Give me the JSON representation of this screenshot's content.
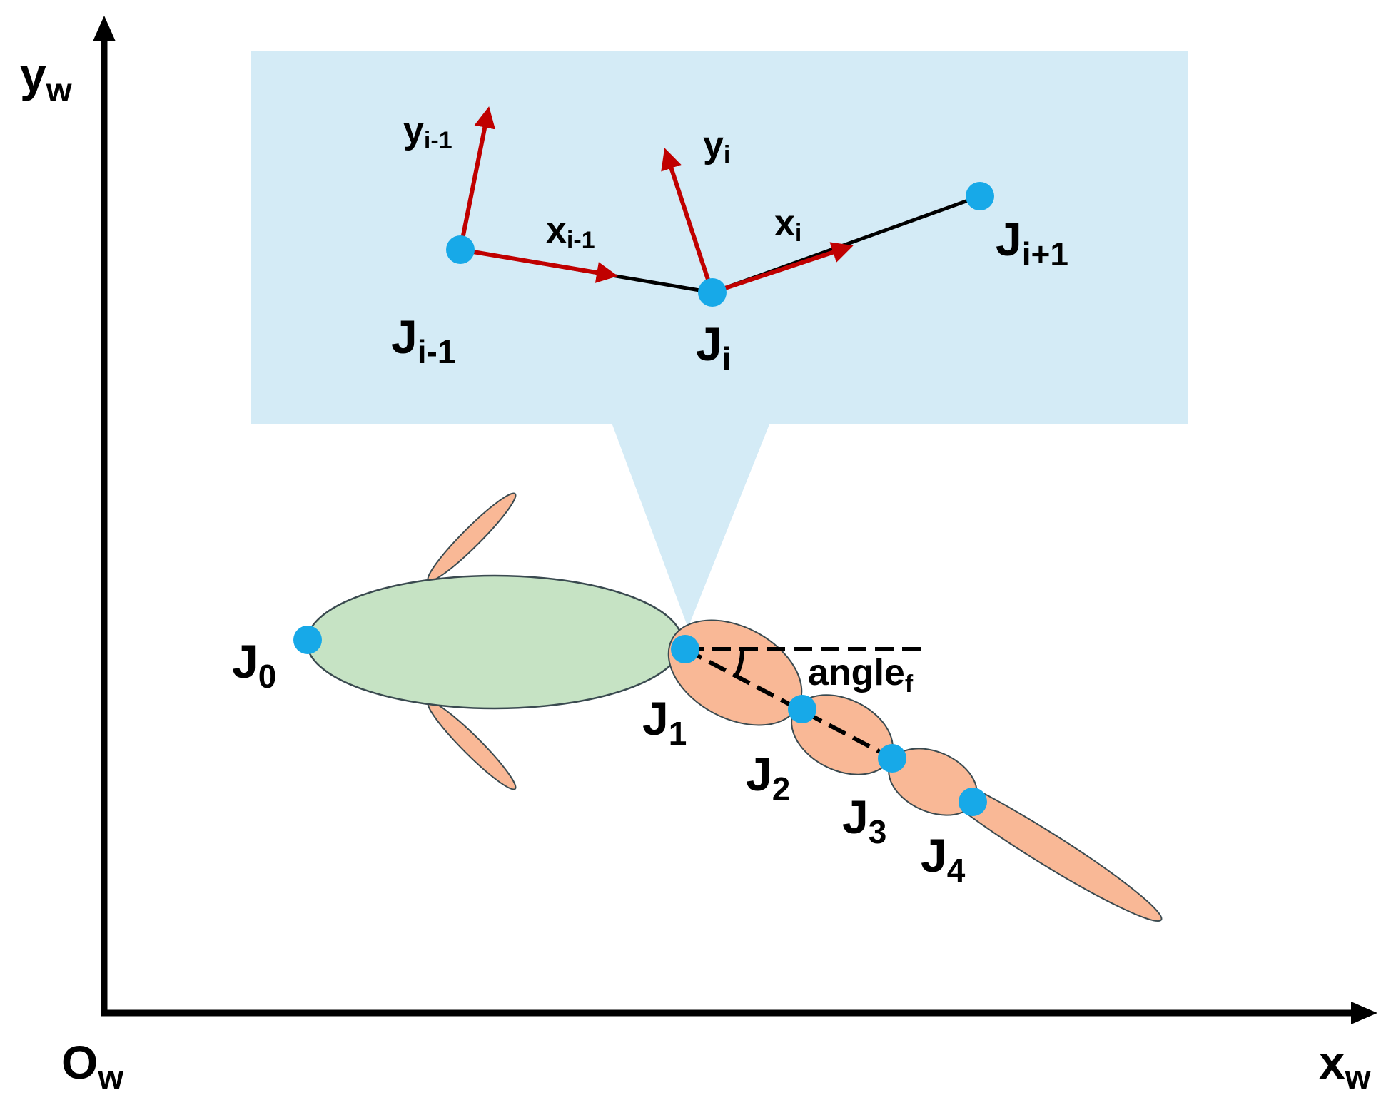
{
  "colors": {
    "background": "#ffffff",
    "axis": "#000000",
    "inset_fill": "#d4ebf6",
    "joint": "#17a9e8",
    "body_fill": "#c6e3c4",
    "segment_fill": "#f9b896",
    "frame_arrow": "#c00000",
    "outline": "#3a4a50"
  },
  "world_axes": {
    "origin_main": "O",
    "origin_sub": "w",
    "x_main": "x",
    "x_sub": "w",
    "y_main": "y",
    "y_sub": "w"
  },
  "inset": {
    "joints": [
      {
        "main": "J",
        "sub": "i-1"
      },
      {
        "main": "J",
        "sub": "i"
      },
      {
        "main": "J",
        "sub": "i+1"
      }
    ],
    "frames": [
      {
        "x_main": "x",
        "x_sub": "i-1",
        "y_main": "y",
        "y_sub": "i-1"
      },
      {
        "x_main": "x",
        "x_sub": "i",
        "y_main": "y",
        "y_sub": "i"
      }
    ]
  },
  "fish": {
    "joints": [
      {
        "main": "J",
        "sub": "0"
      },
      {
        "main": "J",
        "sub": "1"
      },
      {
        "main": "J",
        "sub": "2"
      },
      {
        "main": "J",
        "sub": "3"
      },
      {
        "main": "J",
        "sub": "4"
      }
    ],
    "angle_main": "angle",
    "angle_sub": "f"
  }
}
